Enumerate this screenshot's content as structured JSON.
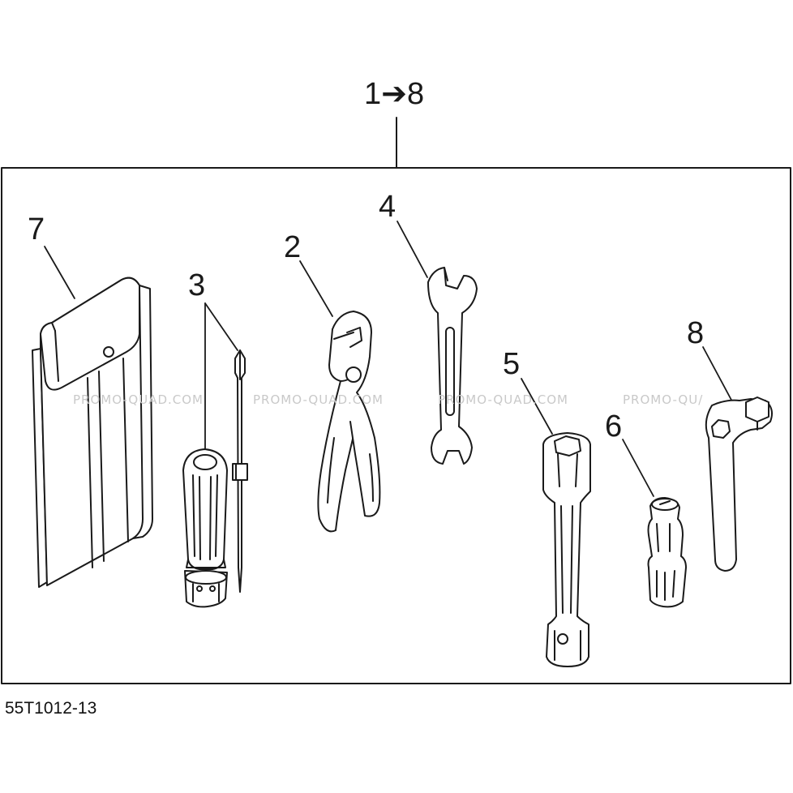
{
  "group_label": "1➔8",
  "callouts": [
    {
      "id": "7",
      "text": "7"
    },
    {
      "id": "3",
      "text": "3"
    },
    {
      "id": "2",
      "text": "2"
    },
    {
      "id": "4",
      "text": "4"
    },
    {
      "id": "5",
      "text": "5"
    },
    {
      "id": "6",
      "text": "6"
    },
    {
      "id": "8",
      "text": "8"
    }
  ],
  "watermarks": [
    "PROMO-QUAD.COM",
    "PROMO-QUAD.COM",
    "PROMO-QUAD.COM",
    "PROMO-QU/"
  ],
  "reference_code": "55T1012-13",
  "colors": {
    "line": "#1a1a1a",
    "fill": "#ffffff",
    "watermark": "#c9c9c9"
  }
}
